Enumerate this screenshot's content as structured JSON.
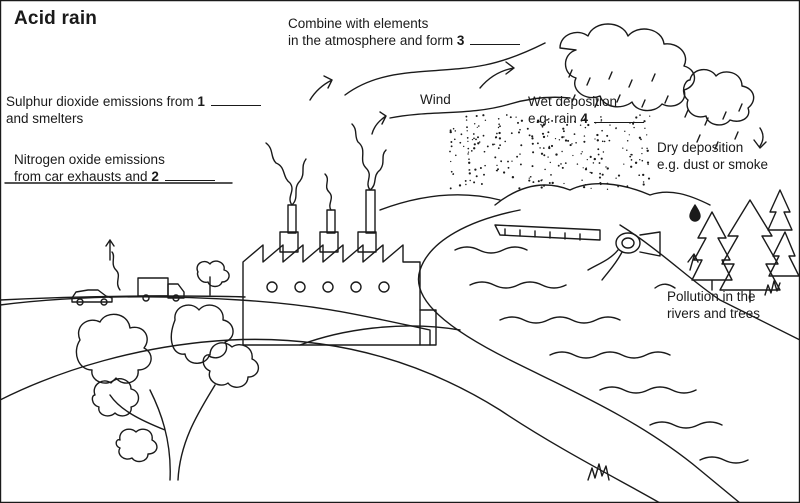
{
  "title": "Acid rain",
  "labels": {
    "combine": {
      "line1": "Combine with elements",
      "line2": "in the atmosphere and form",
      "num": "3"
    },
    "sulphur": {
      "line1": "Sulphur dioxide emissions from",
      "num": "1",
      "line2": "and smelters"
    },
    "nitrogen": {
      "line1": "Nitrogen oxide emissions",
      "line2": "from car exhausts and",
      "num": "2"
    },
    "wind": "Wind",
    "wet": {
      "line1": "Wet deposition",
      "line2": "e.g. rain",
      "num": "4"
    },
    "dry": {
      "line1": "Dry deposition",
      "line2": "e.g. dust or smoke"
    },
    "pollution": {
      "line1": "Pollution in the",
      "line2": "rivers and trees"
    }
  }
}
